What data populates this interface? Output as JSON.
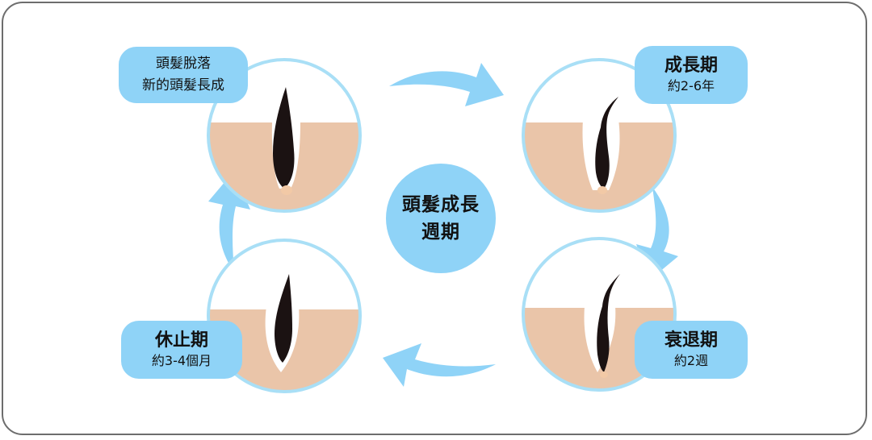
{
  "center": {
    "line1": "頭髮成長",
    "line2": "週期"
  },
  "stages": {
    "renewal": {
      "line1": "頭髮脫落",
      "line2": "新的頭髮長成"
    },
    "anagen": {
      "title": "成長期",
      "duration": "約2-6年"
    },
    "catagen": {
      "title": "衰退期",
      "duration": "約2週"
    },
    "telogen": {
      "title": "休止期",
      "duration": "約3-4個月"
    }
  },
  "colors": {
    "accent": "#8fd3f7",
    "circle_border": "#a9dff6",
    "skin": "#eac5a9",
    "hair": "#1b1212",
    "bulb": "#f2c9a6",
    "follicle": "#ffffff",
    "frame": "#6d6d6d"
  }
}
